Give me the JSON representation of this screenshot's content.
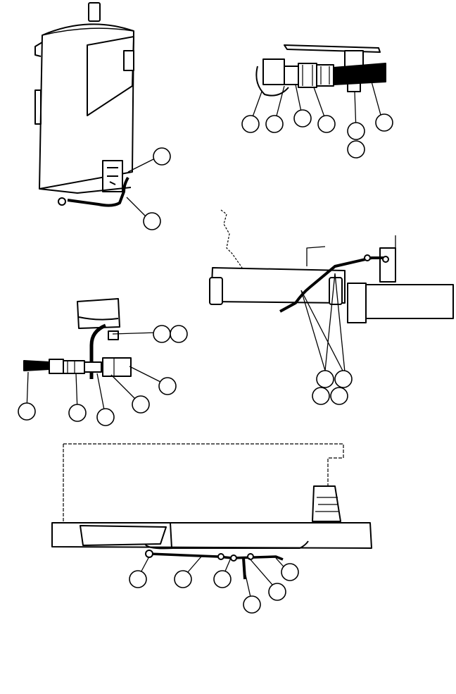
{
  "diagram": {
    "style": "line-art parts illustration",
    "colors": {
      "ink": "#000000",
      "background": "#ffffff"
    },
    "views": [
      {
        "name": "tank-view",
        "callouts": [
          {
            "label": ""
          },
          {
            "label": ""
          }
        ]
      },
      {
        "name": "switch-fitting-view",
        "callouts": [
          {
            "label": ""
          },
          {
            "label": ""
          },
          {
            "label": ""
          },
          {
            "label": ""
          },
          {
            "label": ""
          },
          {
            "label": ""
          },
          {
            "label": ""
          }
        ]
      },
      {
        "name": "frame-hose-view",
        "callouts": [
          {
            "label": ""
          },
          {
            "label": ""
          },
          {
            "label": ""
          },
          {
            "label": ""
          }
        ]
      },
      {
        "name": "sender-hose-view",
        "callouts": [
          {
            "label": ""
          },
          {
            "label": ""
          },
          {
            "label": ""
          },
          {
            "label": ""
          },
          {
            "label": ""
          },
          {
            "label": ""
          },
          {
            "label": ""
          }
        ]
      },
      {
        "name": "underbody-view",
        "callouts": [
          {
            "label": ""
          },
          {
            "label": ""
          },
          {
            "label": ""
          },
          {
            "label": ""
          },
          {
            "label": ""
          },
          {
            "label": ""
          }
        ]
      }
    ]
  }
}
